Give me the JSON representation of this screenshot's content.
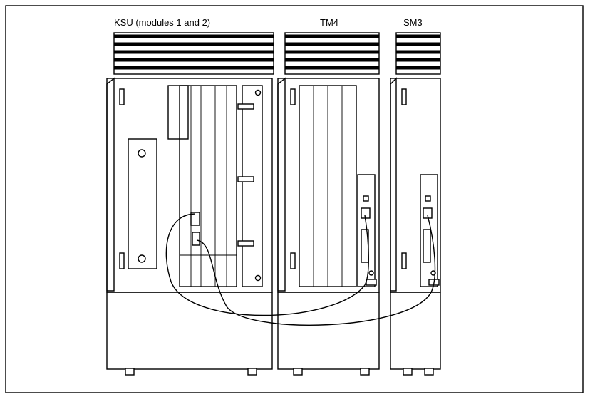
{
  "labels": {
    "ksu": "KSU (modules 1 and 2)",
    "tm4": "TM4",
    "sm3": "SM3"
  }
}
